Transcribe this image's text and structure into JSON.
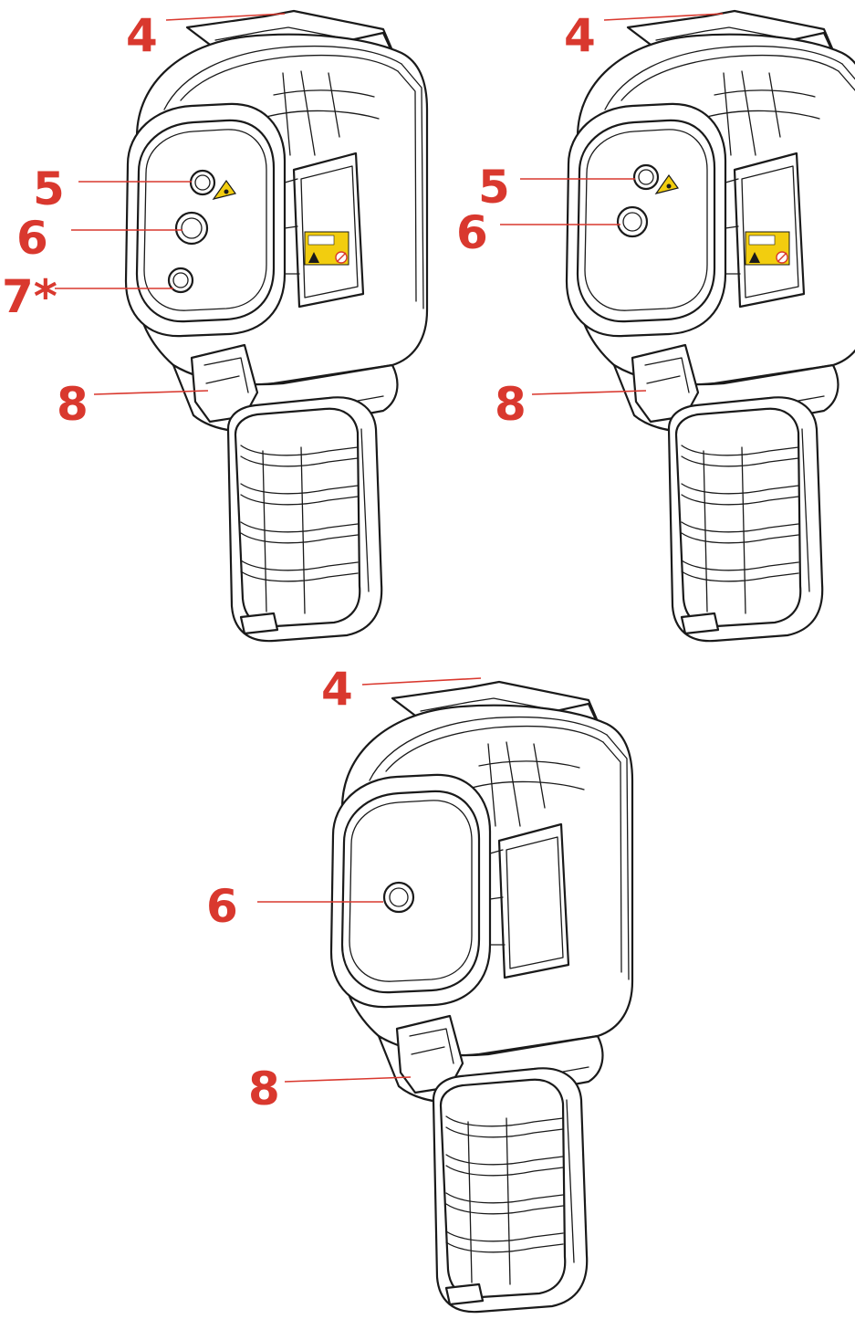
{
  "colors": {
    "callout": "#d9382e",
    "outline": "#1a1a1a",
    "laser_label": "#f2cd0f"
  },
  "icons": [
    "laser-warning-icon",
    "laser-label"
  ],
  "views": [
    {
      "name": "three-lens-variant",
      "callouts": [
        {
          "id": "4",
          "text": "4"
        },
        {
          "id": "5",
          "text": "5"
        },
        {
          "id": "6",
          "text": "6"
        },
        {
          "id": "7",
          "text": "7*"
        },
        {
          "id": "8",
          "text": "8"
        }
      ]
    },
    {
      "name": "two-lens-variant",
      "callouts": [
        {
          "id": "4",
          "text": "4"
        },
        {
          "id": "5",
          "text": "5"
        },
        {
          "id": "6",
          "text": "6"
        },
        {
          "id": "8",
          "text": "8"
        }
      ]
    },
    {
      "name": "single-lens-variant",
      "callouts": [
        {
          "id": "4",
          "text": "4"
        },
        {
          "id": "6",
          "text": "6"
        },
        {
          "id": "8",
          "text": "8"
        }
      ]
    }
  ]
}
